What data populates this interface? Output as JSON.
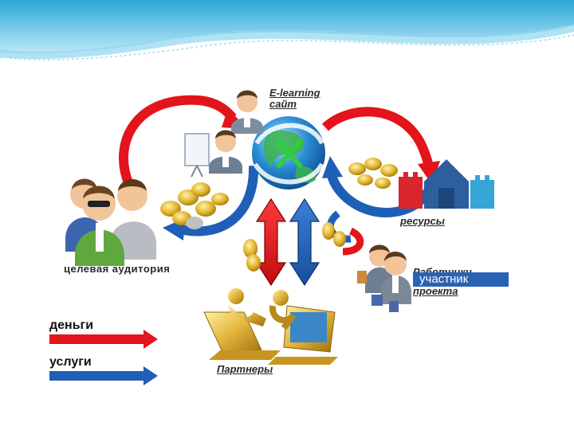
{
  "diagram": {
    "nodes": {
      "site": {
        "label_line1": "E-learning",
        "label_line2": "сайт"
      },
      "audience": {
        "label": "целевая аудитория"
      },
      "resources": {
        "label": "ресурсы"
      },
      "workers": {
        "label_line1": "Работники",
        "label_line2": "проекта"
      },
      "partners": {
        "label": "Партнеры"
      }
    },
    "badge": {
      "label": "участник"
    },
    "legend": [
      {
        "label": "деньги",
        "color": "#e3141b"
      },
      {
        "label": "услуги",
        "color": "#1f5fb8"
      }
    ]
  },
  "colors": {
    "money_arrow": "#e3141b",
    "service_arrow": "#1f5fb8",
    "banner_wave": "#4fc3e8"
  }
}
